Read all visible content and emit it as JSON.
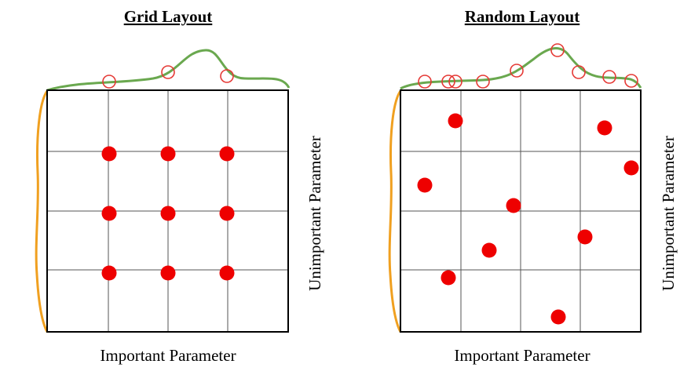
{
  "panels": [
    {
      "id": "grid",
      "title": "Grid Layout",
      "x_label": "Important Parameter",
      "y_label": "Unimportant Parameter"
    },
    {
      "id": "random",
      "title": "Random Layout",
      "x_label": "Important Parameter",
      "y_label": "Unimportant Parameter"
    }
  ],
  "colors": {
    "point": "#ee0000",
    "projection_circle": "#e53935",
    "top_curve": "#6aa84f",
    "left_curve": "#f0a020",
    "grid_line": "#555555",
    "frame": "#000000"
  }
}
